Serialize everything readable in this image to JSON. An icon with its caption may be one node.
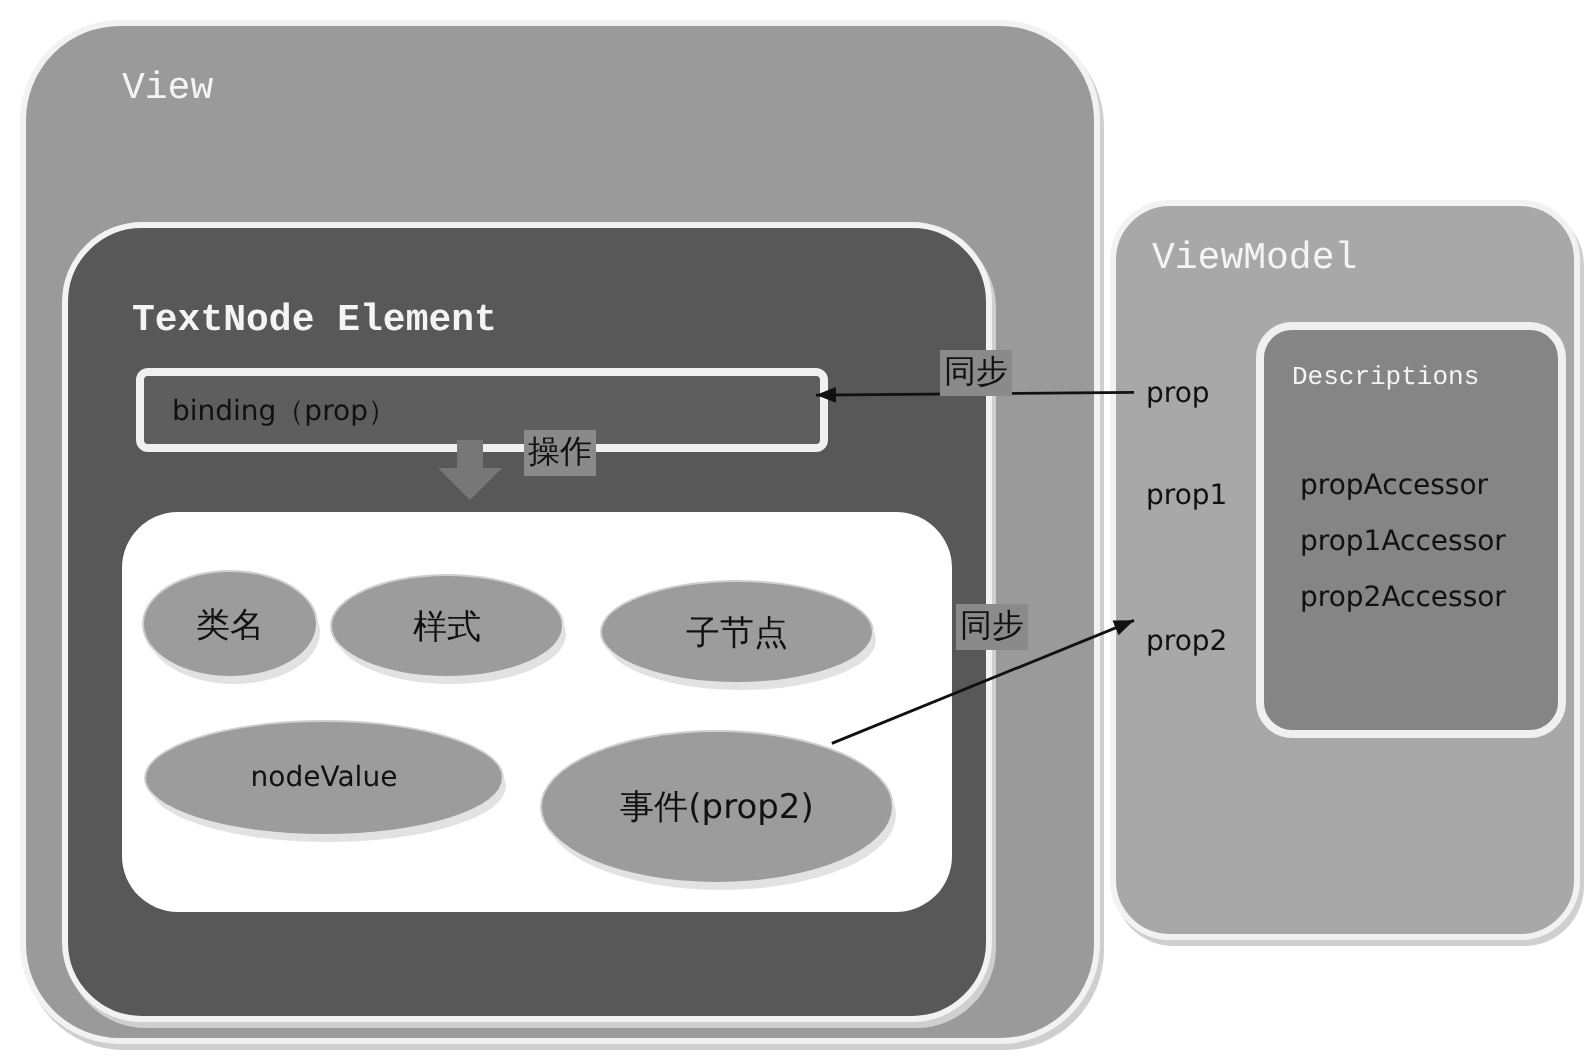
{
  "diagram": {
    "nodes": [
      {
        "text": [
          "View"
        ]
      },
      {
        "text": [
          "TextNode Element"
        ],
        "in": 0
      },
      {
        "text": [
          "binding（prop）"
        ],
        "in": 1
      },
      {
        "text": [],
        "shape": "box",
        "in": 1
      },
      {
        "text": [
          "类名"
        ],
        "in": 3
      },
      {
        "text": [
          "样式"
        ],
        "in": 3
      },
      {
        "text": [
          "子节点"
        ],
        "in": 3
      },
      {
        "text": [
          "nodeValue"
        ],
        "in": 3
      },
      {
        "text": [
          "事件(prop2)"
        ],
        "in": 3
      },
      {
        "text": [
          "ViewModel"
        ]
      },
      {
        "text": [
          "prop"
        ],
        "in": 9
      },
      {
        "text": [
          "prop2"
        ],
        "in": 9
      },
      {
        "text": [
          "Descriptions",
          "propAccessor",
          "prop1Accessor",
          "prop2Accessor"
        ],
        "in": 9
      }
    ],
    "edges": [
      {
        "from": 10,
        "to": 2,
        "arrow": "to",
        "label": "同步"
      },
      {
        "from": 2,
        "to": 3,
        "arrow": "to",
        "label": "操作",
        "style": "thick",
        "color": "#777777"
      },
      {
        "from": 8,
        "to": 11,
        "arrow": "to",
        "label": "同步"
      }
    ],
    "labels": [
      "prop1"
    ]
  }
}
